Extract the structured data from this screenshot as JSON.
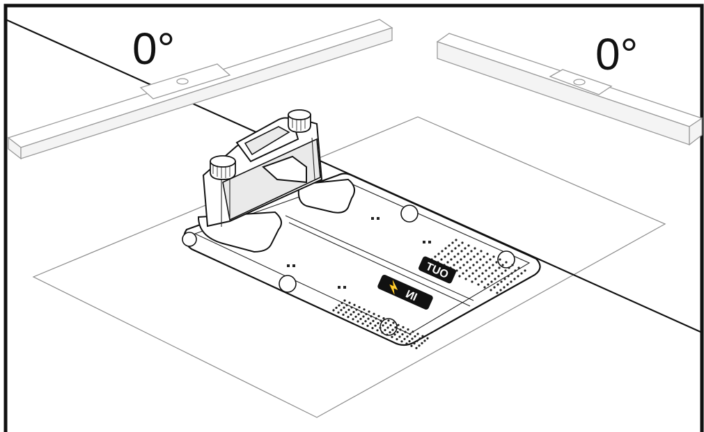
{
  "level_left": {
    "angle": "0°"
  },
  "level_right": {
    "angle": "0°"
  },
  "base_plate": {
    "label_out": "OUT",
    "label_in": "IN"
  }
}
